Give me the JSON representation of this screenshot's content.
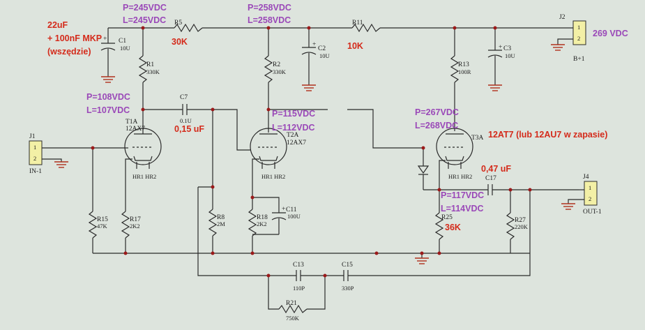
{
  "diagram": {
    "components": {
      "R1": {
        "ref": "R1",
        "value": "330K"
      },
      "R2": {
        "ref": "R2",
        "value": "330K"
      },
      "R5": {
        "ref": "R5",
        "value": ""
      },
      "R8": {
        "ref": "R8",
        "value": "2M"
      },
      "R11": {
        "ref": "R11",
        "value": ""
      },
      "R13": {
        "ref": "R13",
        "value": "100R"
      },
      "R15": {
        "ref": "R15",
        "value": "47K"
      },
      "R17": {
        "ref": "R17",
        "value": "2K2"
      },
      "R18": {
        "ref": "R18",
        "value": "2K2"
      },
      "R21": {
        "ref": "R21",
        "value": "750K"
      },
      "R25": {
        "ref": "R25",
        "value": ""
      },
      "R27": {
        "ref": "R27",
        "value": "220K"
      },
      "C1": {
        "ref": "C1",
        "value": "10U"
      },
      "C2": {
        "ref": "C2",
        "value": "10U"
      },
      "C3": {
        "ref": "C3",
        "value": "10U"
      },
      "C7": {
        "ref": "C7",
        "value": "0.1U"
      },
      "C11": {
        "ref": "C11",
        "value": "100U"
      },
      "C13": {
        "ref": "C13",
        "value": "110P"
      },
      "C15": {
        "ref": "C15",
        "value": "330P"
      },
      "C17": {
        "ref": "C17",
        "value": ""
      },
      "T1A": {
        "ref": "T1A",
        "type": "12AX7"
      },
      "T2A": {
        "ref": "T2A",
        "type": "12AX7"
      },
      "T3A": {
        "ref": "T3A",
        "type": ""
      },
      "J1": {
        "ref": "J1",
        "name": "IN-1",
        "pin1": "1",
        "pin2": "2"
      },
      "J2": {
        "ref": "J2",
        "name": "B+1",
        "pin1": "1",
        "pin2": "2"
      },
      "J4": {
        "ref": "J4",
        "name": "OUT-1",
        "pin1": "1",
        "pin2": "2"
      },
      "heater_label": "HR1  HR2"
    },
    "annotations": {
      "cap_note_1": "22uF",
      "cap_note_2": "+ 100nF MKP",
      "cap_note_3": "(wszędzie)",
      "r5_value": "30K",
      "r11_value": "10K",
      "c7_value": "0,15 uF",
      "c17_value": "0,47 uF",
      "r25_value": "36K",
      "bplus_voltage": "269 VDC",
      "tube_note": "12AT7 (lub 12AU7 w zapasie)",
      "v_node1_p": "P=245VDC",
      "v_node1_l": "L=245VDC",
      "v_node2_p": "P=258VDC",
      "v_node2_l": "L=258VDC",
      "v_t1_p": "P=108VDC",
      "v_t1_l": "L=107VDC",
      "v_t2_p": "P=115VDC",
      "v_t2_l": "L=112VDC",
      "v_t3_p": "P=267VDC",
      "v_t3_l": "L=268VDC",
      "v_t3k_p": "P=117VDC",
      "v_t3k_l": "L=114VDC"
    },
    "colors": {
      "background": "#dde4dd",
      "wire": "#2a2a2a",
      "ground": "#b0301c",
      "annotation_red": "#d42a1a",
      "annotation_purple": "#9a48b8",
      "connector": "#f3f0a6"
    }
  }
}
